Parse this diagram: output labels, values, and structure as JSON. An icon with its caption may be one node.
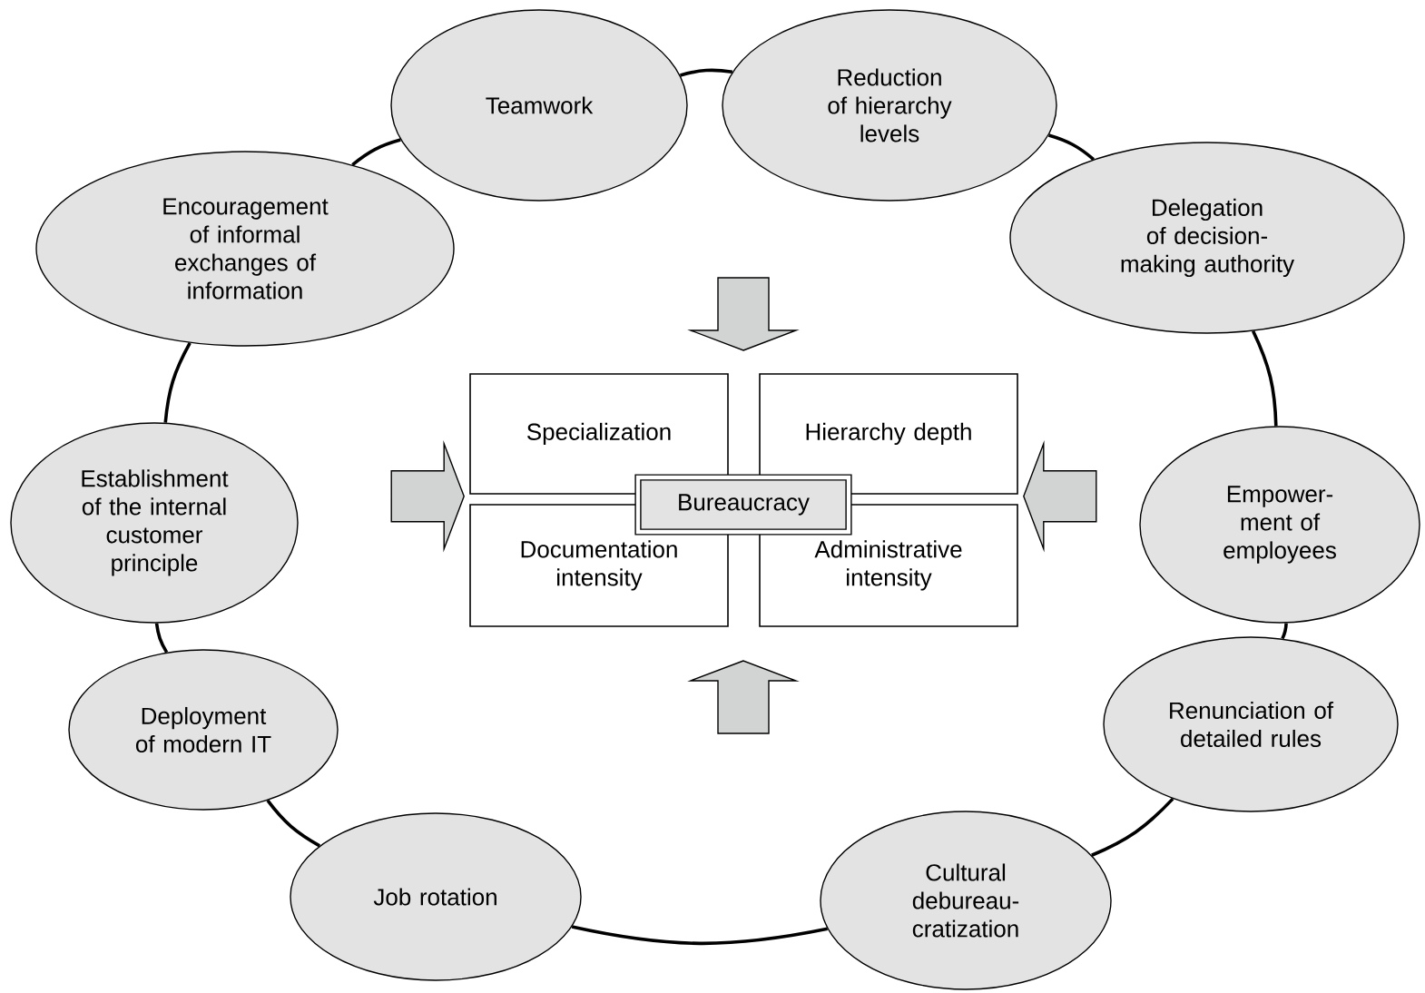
{
  "diagram": {
    "nodes": [
      {
        "text": [
          "Teamwork"
        ]
      },
      {
        "text": [
          "Reduction of hierarchy levels"
        ]
      },
      {
        "text": [
          "Encouragement of informal exchanges of information"
        ]
      },
      {
        "text": [
          "Delegation of decision-making authority"
        ]
      },
      {
        "text": [
          "Establishment of the internal customer principle"
        ]
      },
      {
        "text": [
          "Empower- ment of employees"
        ]
      },
      {
        "text": [
          "Deployment of modern IT"
        ]
      },
      {
        "text": [
          "Renunciation of detailed rules"
        ]
      },
      {
        "text": [
          "Job rotation"
        ]
      },
      {
        "text": [
          "Cultural debureau- cratization"
        ]
      },
      {
        "text": [
          "Specialization"
        ]
      },
      {
        "text": [
          "Hierarchy depth"
        ]
      },
      {
        "text": [
          "Bureaucracy"
        ]
      },
      {
        "text": [
          "Documentation intensity"
        ]
      },
      {
        "text": [
          "Administrative intensity"
        ]
      }
    ],
    "edges": [
      {
        "from": 0,
        "to": 1,
        "arrow": "none"
      },
      {
        "from": 1,
        "to": 3,
        "arrow": "none"
      },
      {
        "from": 3,
        "to": 5,
        "arrow": "none"
      },
      {
        "from": 5,
        "to": 7,
        "arrow": "none"
      },
      {
        "from": 7,
        "to": 9,
        "arrow": "none"
      },
      {
        "from": 9,
        "to": 8,
        "arrow": "none"
      },
      {
        "from": 8,
        "to": 6,
        "arrow": "none"
      },
      {
        "from": 6,
        "to": 4,
        "arrow": "none"
      },
      {
        "from": 4,
        "to": 2,
        "arrow": "none"
      },
      {
        "from": 2,
        "to": 0,
        "arrow": "none"
      },
      {
        "from": null,
        "to": 10,
        "arrow": "to"
      },
      {
        "from": null,
        "to": 11,
        "arrow": "to"
      }
    ]
  }
}
